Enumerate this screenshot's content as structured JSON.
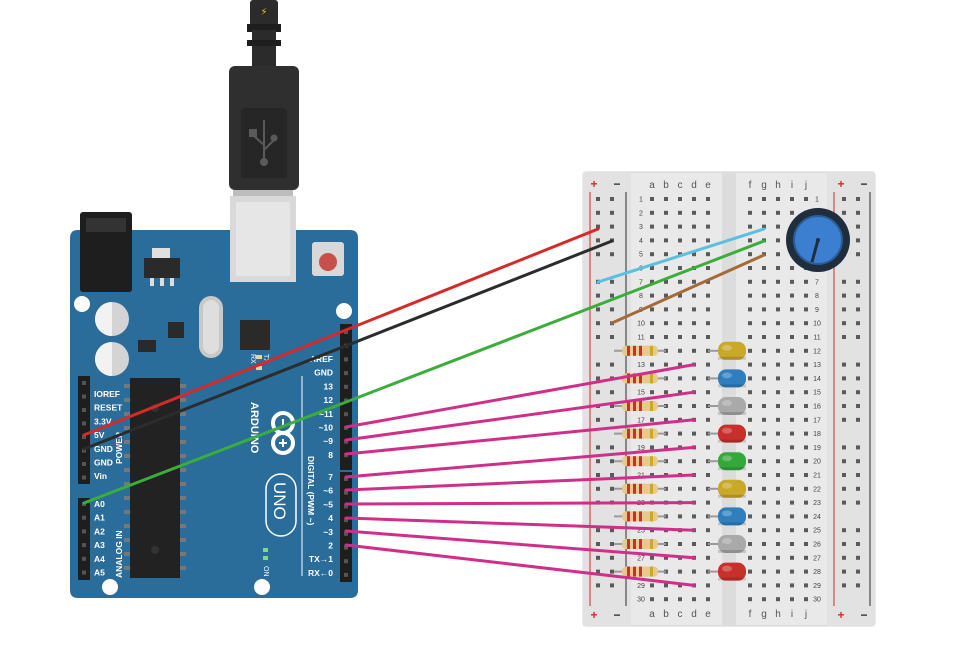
{
  "arduino": {
    "brand": "ARDUINO",
    "model": "UNO",
    "on_label": "ON",
    "tx_label": "TX",
    "rx_label": "RX",
    "power_header": "POWER",
    "analog_header": "ANALOG IN",
    "digital_header": "DIGITAL (PWM ~)",
    "power_pins": [
      "IOREF",
      "RESET",
      "3.3V",
      "5V",
      "GND",
      "GND",
      "Vin"
    ],
    "analog_pins": [
      "A0",
      "A1",
      "A2",
      "A3",
      "A4",
      "A5"
    ],
    "digital_top_pins": [
      "AREF",
      "GND",
      "13",
      "12",
      "~11",
      "~10",
      "~9",
      "8"
    ],
    "digital_bottom_pins": [
      "7",
      "~6",
      "~5",
      "4",
      "~3",
      "2",
      "TX→1",
      "RX←0"
    ]
  },
  "usb": {
    "icon": "usb-icon",
    "bolt_icon": "bolt-icon"
  },
  "breadboard": {
    "columns_left": [
      "a",
      "b",
      "c",
      "d",
      "e"
    ],
    "columns_right": [
      "f",
      "g",
      "h",
      "i",
      "j"
    ],
    "rows": [
      "1",
      "2",
      "3",
      "4",
      "5",
      "6",
      "7",
      "8",
      "9",
      "10",
      "11",
      "12",
      "13",
      "14",
      "15",
      "16",
      "17",
      "18",
      "19",
      "20",
      "21",
      "22",
      "23",
      "24",
      "25",
      "26",
      "27",
      "28",
      "29",
      "30"
    ],
    "rail_plus": "+",
    "rail_minus": "−"
  },
  "components": {
    "leds": [
      {
        "color": "#c9a82a"
      },
      {
        "color": "#2f7fbf"
      },
      {
        "color": "#a9a9a9"
      },
      {
        "color": "#c8302c"
      },
      {
        "color": "#34a83a"
      },
      {
        "color": "#c9a82a"
      },
      {
        "color": "#2f7fbf"
      },
      {
        "color": "#a9a9a9"
      },
      {
        "color": "#c8302c"
      }
    ],
    "resistor_count": 9,
    "potentiometer": {
      "color": "#3c7fd0"
    }
  },
  "wires": {
    "power_color": "#d42a2a",
    "ground_color": "#2c2c2c",
    "analog_color": "#3aad3a",
    "pot_wiper_color": "#5bbfdf",
    "pot_other_color": "#a46a3a",
    "led_color": "#cf2f8a"
  }
}
